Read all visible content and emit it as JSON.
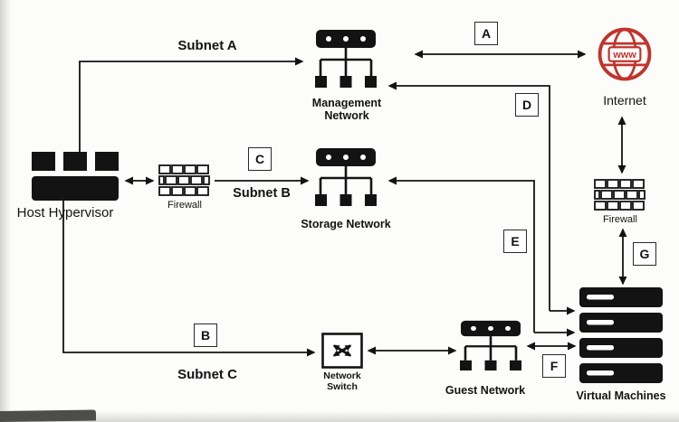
{
  "nodes": {
    "host_hypervisor": {
      "label": "Host Hypervisor"
    },
    "firewall_left": {
      "label": "Firewall"
    },
    "management_network": {
      "label": "Management Network"
    },
    "storage_network": {
      "label": "Storage Network"
    },
    "internet": {
      "label": "Internet",
      "badge": "www"
    },
    "firewall_right": {
      "label": "Firewall"
    },
    "virtual_machines": {
      "label": "Virtual Machines"
    },
    "network_switch": {
      "label": "Network Switch"
    },
    "guest_network": {
      "label": "Guest Network"
    }
  },
  "subnet_labels": {
    "a": "Subnet A",
    "b": "Subnet B",
    "c": "Subnet C"
  },
  "connection_labels": {
    "a": "A",
    "b": "B",
    "c": "C",
    "d": "D",
    "e": "E",
    "f": "F",
    "g": "G"
  },
  "colors": {
    "ink": "#131313",
    "internet_red": "#c0342c",
    "background": "#fcfcfa"
  }
}
